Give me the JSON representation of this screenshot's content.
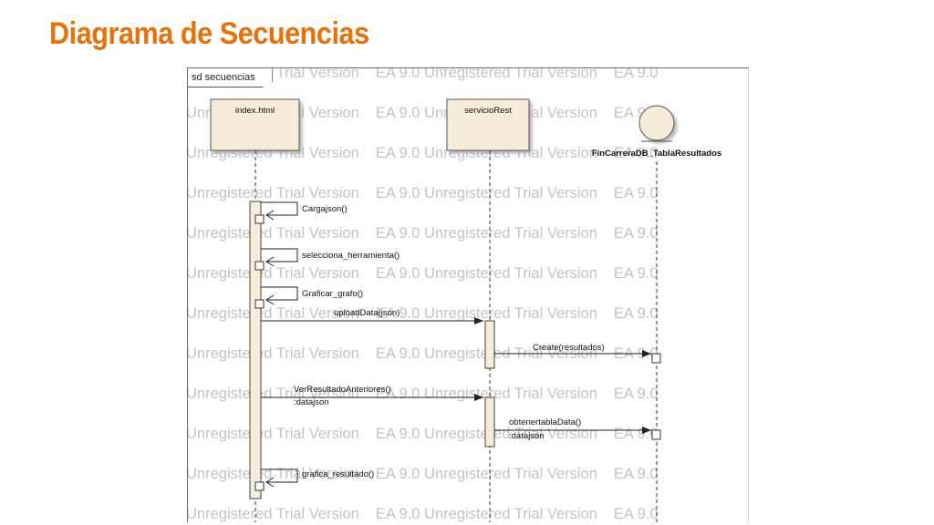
{
  "title": "Diagrama de Secuencias",
  "colors": {
    "title": "#e8710a",
    "lifeline_fill": "#f6ecd8",
    "watermark": "#c4c4c4",
    "line": "#222222"
  },
  "diagram": {
    "frame_label": "sd secuencias",
    "watermark_text": [
      "Unregistered Trial Version",
      "EA 9.0 Unregistered Trial Version",
      "EA 9.0"
    ],
    "lifelines": [
      {
        "name": "index.html",
        "kind": "class"
      },
      {
        "name": "servicioRest",
        "kind": "class"
      },
      {
        "name": "FinCarreraDB_TablaResultados",
        "kind": "entity"
      }
    ],
    "messages": [
      {
        "label": "Cargajson()",
        "type": "self"
      },
      {
        "label": "selecciona_herramienta()",
        "type": "self"
      },
      {
        "label": "Graficar_grafo()",
        "type": "self"
      },
      {
        "label": "uploadData(json)",
        "type": "call"
      },
      {
        "label": "Create(resultados)",
        "type": "call"
      },
      {
        "label": "VerResultadoAnteriores()",
        "return": ":datajson",
        "type": "call"
      },
      {
        "label": "obtenertablaData()",
        "return": ":datajson",
        "type": "call"
      },
      {
        "label": "grafica_resultado()",
        "type": "self"
      }
    ]
  }
}
